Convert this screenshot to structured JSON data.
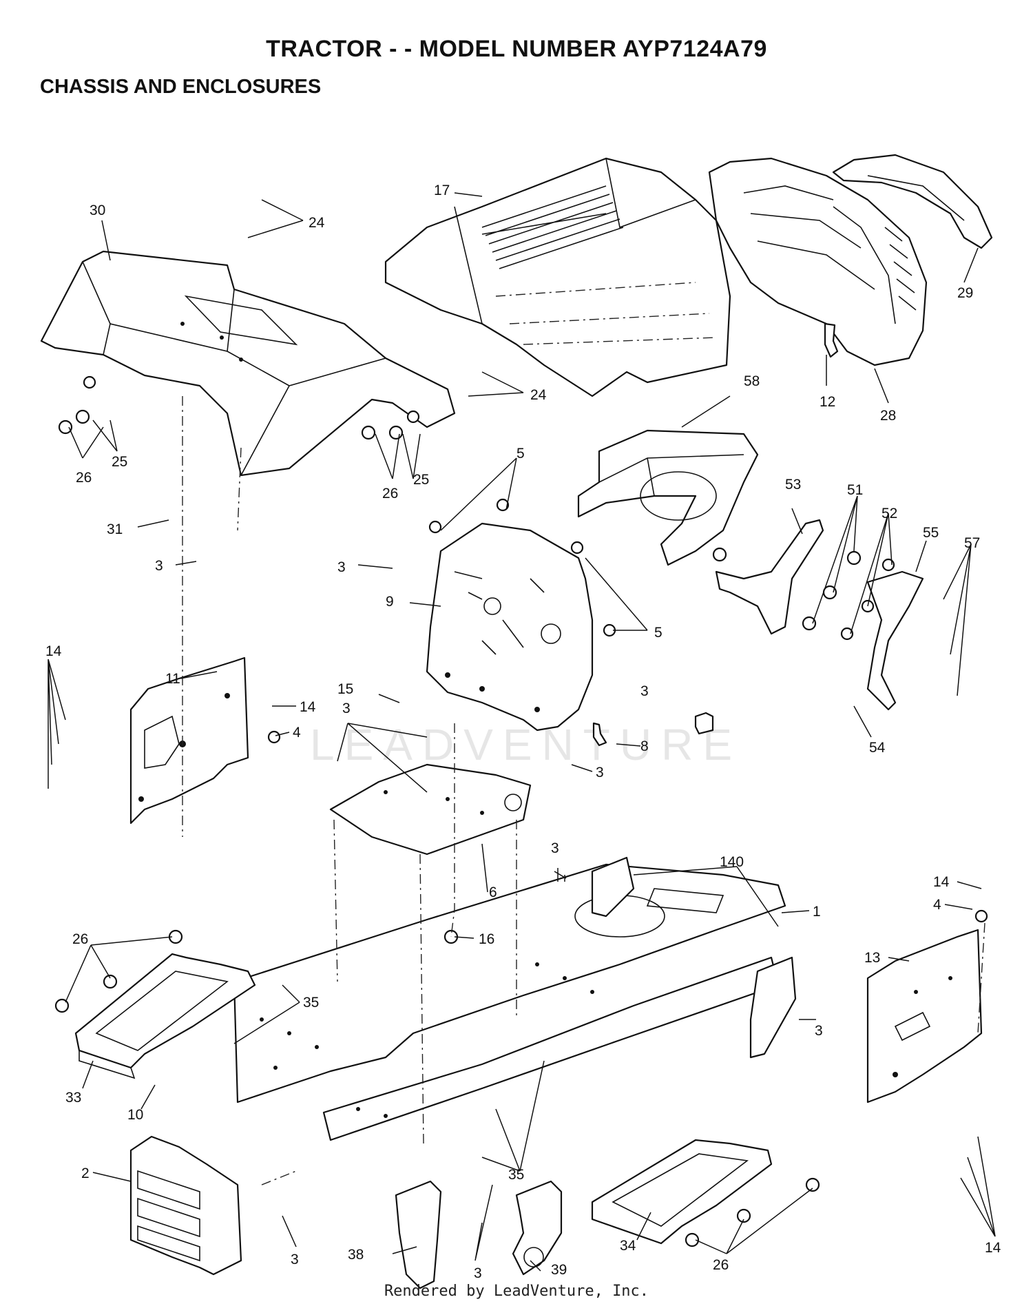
{
  "title": "TRACTOR - - MODEL NUMBER AYP7124A79",
  "subtitle": "CHASSIS AND ENCLOSURES",
  "watermark": "LEADVENTURE",
  "footer": "Rendered by LeadVenture, Inc.",
  "callouts": {
    "c30": "30",
    "c24a": "24",
    "c17": "17",
    "c29": "29",
    "c12": "12",
    "c28": "28",
    "c24b": "24",
    "c58": "58",
    "c26a": "26",
    "c25a": "25",
    "c26b": "26",
    "c25b": "25",
    "c31": "31",
    "c3a": "3",
    "c5a": "5",
    "c5b": "5",
    "c3b": "3",
    "c9": "9",
    "c53": "53",
    "c51": "51",
    "c52": "52",
    "c55": "55",
    "c57": "57",
    "c54": "54",
    "c14a": "14",
    "c11": "11",
    "c14b": "14",
    "c4a": "4",
    "c15": "15",
    "c3c": "3",
    "c3d": "3",
    "c8": "8",
    "c3e": "3",
    "c6": "6",
    "c3f": "3",
    "c140": "140",
    "c1": "1",
    "c14c": "14",
    "c4b": "4",
    "c13": "13",
    "c16": "16",
    "c26c": "26",
    "c35a": "35",
    "c3g": "3",
    "c33": "33",
    "c10": "10",
    "c2": "2",
    "c3h": "3",
    "c38": "38",
    "c3i": "3",
    "c35b": "35",
    "c39": "39",
    "c34": "34",
    "c26d": "26",
    "c14d": "14"
  }
}
